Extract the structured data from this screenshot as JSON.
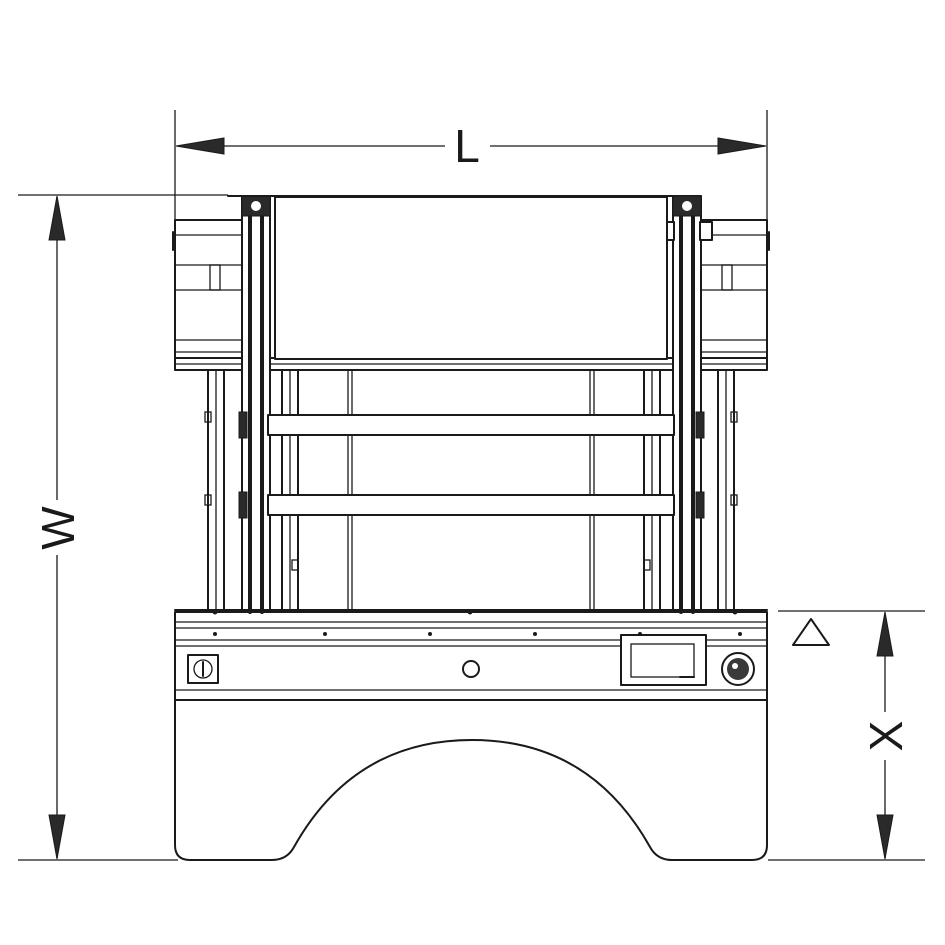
{
  "diagram": {
    "dimensions": {
      "length_label": "L",
      "width_label": "W",
      "height_label": "X"
    },
    "symbol_note": "△"
  }
}
